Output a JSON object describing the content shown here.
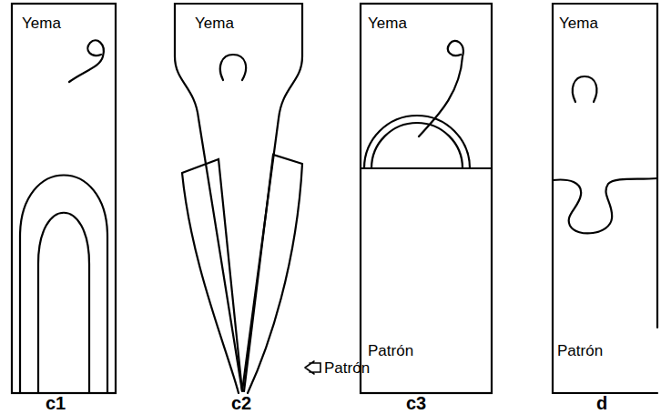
{
  "diagram": {
    "labels": [
      "Yema",
      "Yema",
      "Yema",
      "Yema",
      "Patrón",
      "Patrón",
      "Patrón",
      "c1",
      "c2",
      "c3",
      "d"
    ]
  }
}
